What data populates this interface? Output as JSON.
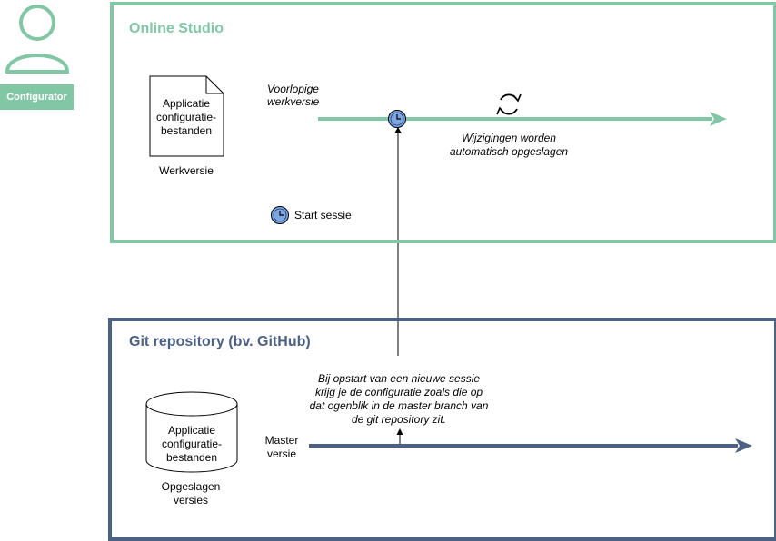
{
  "actor": {
    "label": "Configurator"
  },
  "online_studio": {
    "title": "Online Studio",
    "document_lines": [
      "Applicatie",
      "configuratie-",
      "bestanden"
    ],
    "document_caption": "Werkversie",
    "timeline_label_lines": [
      "Voorlopige",
      "werkversie"
    ],
    "autosave_note_lines": [
      "Wijzigingen worden",
      "automatisch opgeslagen"
    ],
    "legend_label": "Start sessie"
  },
  "git_repository": {
    "title": "Git repository (bv. GitHub)",
    "database_lines": [
      "Applicatie",
      "configuratie-",
      "bestanden"
    ],
    "database_caption_lines": [
      "Opgeslagen",
      "versies"
    ],
    "timeline_label_lines": [
      "Master",
      "versie"
    ],
    "note_lines": [
      "Bij opstart van een nieuwe sessie",
      "krijg je de configuratie zoals die op",
      "dat ogenblik in de master branch van",
      "de git repository zit."
    ]
  },
  "colors": {
    "green": "#82c7a5",
    "blue": "#4d6185",
    "clock": "#7ea6e0"
  }
}
